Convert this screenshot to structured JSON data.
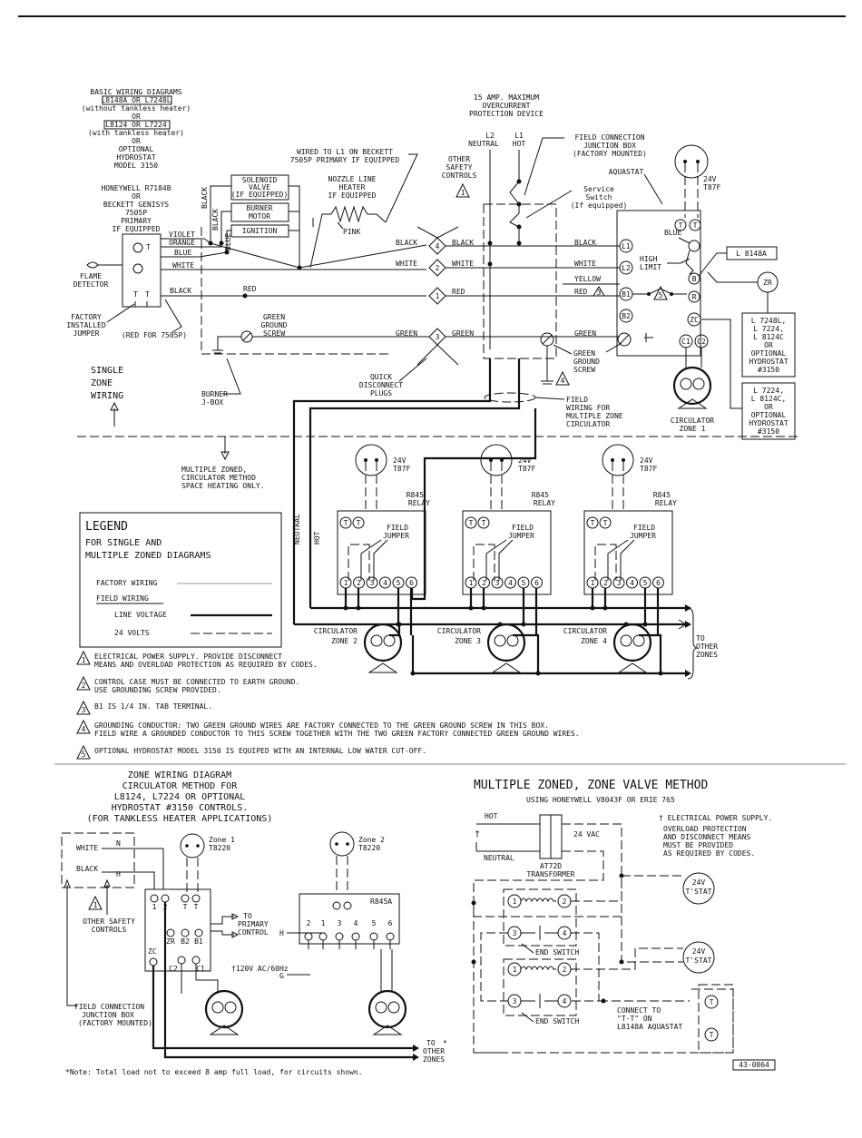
{
  "top": {
    "basic_title": [
      "BASIC WIRING DIAGRAMS",
      "L8148A OR L7248L",
      "(without tankless heater)",
      "OR",
      "L8124 OR L7224",
      "(with tankless heater)",
      "OR",
      "OPTIONAL",
      "HYDROSTAT",
      "MODEL 3150"
    ],
    "protection": [
      "15 AMP. MAXIMUM",
      "OVERCURRENT",
      "PROTECTION DEVICE"
    ],
    "wired_l1": [
      "WIRED TO L1 ON BECKETT",
      "7505P PRIMARY IF EQUIPPED"
    ],
    "field_junction": [
      "FIELD CONNECTION",
      "JUNCTION BOX",
      "(FACTORY MOUNTED)"
    ],
    "l2": [
      "L2",
      "NEUTRAL"
    ],
    "l1": [
      "L1",
      "HOT"
    ],
    "other_safety": [
      "OTHER",
      "SAFETY",
      "CONTROLS"
    ],
    "service_switch": [
      "Service",
      "Switch",
      "(If equipped)"
    ],
    "aquastat": "AQUASTAT",
    "t87f": [
      "24V",
      "T87F"
    ],
    "honeywell": [
      "HONEYWELL R7184B",
      "OR",
      "BECKETT GENISYS",
      "7505P",
      "PRIMARY",
      "IF EQUIPPED"
    ],
    "solenoid": [
      "SOLENOID",
      "VALVE",
      "(IF EQUIPPED)"
    ],
    "burner_motor": [
      "BURNER",
      "MOTOR"
    ],
    "ignition": "IGNITION",
    "nozzle": [
      "NOZZLE LINE",
      "HEATER",
      "IF EQUIPPED"
    ],
    "pink": "PINK",
    "black": "BLACK",
    "violet": "VIOLET",
    "orange": "ORANGE",
    "blue": "BLUE",
    "white": "WHITE",
    "red": "RED",
    "green": "GREEN",
    "yellow": "YELLOW",
    "flame_detector": [
      "FLAME",
      "DETECTOR"
    ],
    "factory_jumper": [
      "FACTORY",
      "INSTALLED",
      "JUMPER"
    ],
    "red_7505p": "(RED FOR 7505P)",
    "green_screw": [
      "GREEN",
      "GROUND",
      "SCREW"
    ],
    "quick_disconnect": [
      "QUICK",
      "DISCONNECT",
      "PLUGS"
    ],
    "burner_jbox": [
      "BURNER",
      "J-BOX"
    ],
    "high_limit": [
      "HIGH",
      "LIMIT"
    ],
    "l8148a": "L 8148A",
    "zr": "ZR",
    "optional1": [
      "L 7248L,",
      "L 7224,",
      "L 8124C",
      "OR",
      "OPTIONAL",
      "HYDROSTAT",
      "#3150"
    ],
    "optional2": [
      "L 7224,",
      "L 8124C,",
      "OR",
      "OPTIONAL",
      "HYDROSTAT",
      "#3150"
    ],
    "circulator_zone1": [
      "CIRCULATOR",
      "ZONE 1"
    ],
    "field_wiring_multi": [
      "FIELD",
      "WIRING FOR",
      "MULTIPLE ZONE",
      "CIRCULATOR"
    ],
    "single_zone": [
      "SINGLE",
      "ZONE",
      "WIRING"
    ],
    "terminals": {
      "l1": "L1",
      "l2": "L2",
      "b1": "B1",
      "b2": "B2",
      "b": "B",
      "r": "R",
      "zc": "ZC",
      "c1": "C1",
      "c2": "C2",
      "t": "T"
    },
    "plugs": [
      "4",
      "2",
      "1",
      "3"
    ]
  },
  "middle": {
    "multiple_zoned": [
      "MULTIPLE ZONED,",
      "CIRCULATOR METHOD",
      "SPACE HEATING ONLY."
    ],
    "relay": [
      "R845",
      "RELAY"
    ],
    "field_jumper": [
      "FIELD",
      "JUMPER"
    ],
    "neutral": "NEUTRAL",
    "hot": "HOT",
    "circulators": [
      [
        "CIRCULATOR",
        "ZONE 2"
      ],
      [
        "CIRCULATOR",
        "ZONE 3"
      ],
      [
        "CIRCULATOR",
        "ZONE 4"
      ]
    ],
    "to_other_zones": [
      "TO",
      "OTHER",
      "ZONES"
    ],
    "relay_terminals": [
      "1",
      "2",
      "3",
      "4",
      "5",
      "6"
    ],
    "legend": {
      "title": [
        "LEGEND",
        "FOR SINGLE AND",
        "MULTIPLE ZONED DIAGRAMS"
      ],
      "factory_wiring": "FACTORY WIRING",
      "field_wiring": "FIELD WIRING",
      "line_voltage": "LINE VOLTAGE",
      "volts24": "24 VOLTS"
    },
    "notes": [
      [
        "1",
        "ELECTRICAL POWER SUPPLY. PROVIDE DISCONNECT",
        "MEANS AND OVERLOAD PROTECTION AS REQUIRED BY CODES."
      ],
      [
        "2",
        "CONTROL CASE MUST BE CONNECTED TO EARTH GROUND.",
        "USE GROUNDING SCREW PROVIDED."
      ],
      [
        "3",
        "B1 IS 1/4 IN. TAB TERMINAL.",
        ""
      ],
      [
        "4",
        "GROUNDING CONDUCTOR:  TWO GREEN GROUND WIRES ARE FACTORY CONNECTED TO THE GREEN GROUND SCREW IN THIS BOX.",
        "FIELD WIRE A GROUNDED CONDUCTOR TO THIS SCREW TOGETHER WITH THE TWO GREEN FACTORY CONNECTED GREEN GROUND WIRES."
      ],
      [
        "5",
        "OPTIONAL HYDROSTAT MODEL 3150 IS EQUIPED WITH AN INTERNAL LOW WATER CUT-OFF.",
        ""
      ]
    ]
  },
  "bottom_left": {
    "title": [
      "ZONE WIRING DIAGRAM",
      "CIRCULATOR METHOD FOR",
      "L8124, L7224 OR OPTIONAL",
      "HYDROSTAT #3150 CONTROLS.",
      "(FOR TANKLESS HEATER APPLICATIONS)"
    ],
    "zone1": [
      "Zone 1",
      "T8220"
    ],
    "zone2": [
      "Zone 2",
      "T8220"
    ],
    "r845a": "R845A",
    "to_primary": [
      "TO",
      "PRIMARY",
      "CONTROL"
    ],
    "supply": "†120V AC/60Hz",
    "h": "H",
    "g": "G",
    "n": "N",
    "field_conn": [
      "FIELD CONNECTION",
      "JUNCTION BOX",
      "(FACTORY MOUNTED)"
    ],
    "other_safety": [
      "OTHER SAFETY",
      "CONTROLS"
    ],
    "to_other": [
      "TO",
      "OTHER",
      "ZONES"
    ],
    "star": "*",
    "note": "*Note: Total load not to exceed 8 amp full load, for circuits shown.",
    "term_labels": [
      "1",
      "2",
      "T",
      "T",
      "ZR",
      "B2",
      "B1",
      "ZC",
      "C2",
      "C1"
    ],
    "relay_terms": [
      "2",
      "1",
      "3",
      "4",
      "5",
      "6"
    ]
  },
  "bottom_right": {
    "title": "MULTIPLE ZONED, ZONE VALVE METHOD",
    "subtitle": "USING HONEYWELL V8043F OR ERIE 765",
    "hot": "HOT",
    "neutral": "NEUTRAL",
    "dagger": "†",
    "vac": "24 VAC",
    "transformer": [
      "AT72D",
      "TRANSFORMER"
    ],
    "power_note": [
      "† ELECTRICAL POWER SUPPLY.",
      "OVERLOAD PROTECTION",
      "AND DISCONNECT MEANS",
      "MUST BE PROVIDED",
      "AS REQUIRED BY CODES."
    ],
    "tstat": [
      "24V",
      "T'STAT"
    ],
    "end_switch": "END SWITCH",
    "connect": [
      "CONNECT TO",
      "\"T-T\" ON",
      "L8148A AQUASTAT"
    ],
    "doc_no": "43-0864",
    "terms": [
      "1",
      "2",
      "3",
      "4"
    ]
  }
}
